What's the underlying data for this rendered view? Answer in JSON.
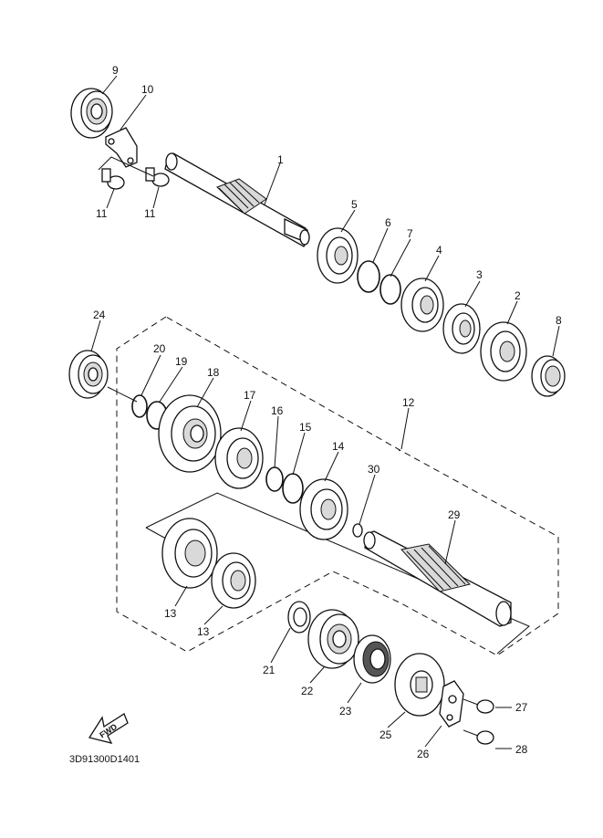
{
  "diagram": {
    "drawing_code": "3D91300D1401",
    "fwd_label": "FWD",
    "callouts": [
      {
        "id": "1",
        "label": "1"
      },
      {
        "id": "2",
        "label": "2"
      },
      {
        "id": "3",
        "label": "3"
      },
      {
        "id": "4",
        "label": "4"
      },
      {
        "id": "5",
        "label": "5"
      },
      {
        "id": "6",
        "label": "6"
      },
      {
        "id": "7",
        "label": "7"
      },
      {
        "id": "8",
        "label": "8"
      },
      {
        "id": "9",
        "label": "9"
      },
      {
        "id": "10",
        "label": "10"
      },
      {
        "id": "11a",
        "label": "11"
      },
      {
        "id": "11b",
        "label": "11"
      },
      {
        "id": "12",
        "label": "12"
      },
      {
        "id": "13",
        "label": "13"
      },
      {
        "id": "14",
        "label": "14"
      },
      {
        "id": "15",
        "label": "15"
      },
      {
        "id": "16",
        "label": "16"
      },
      {
        "id": "17",
        "label": "17"
      },
      {
        "id": "18",
        "label": "18"
      },
      {
        "id": "19",
        "label": "19"
      },
      {
        "id": "20",
        "label": "20"
      },
      {
        "id": "21",
        "label": "21"
      },
      {
        "id": "22",
        "label": "22"
      },
      {
        "id": "23",
        "label": "23"
      },
      {
        "id": "24",
        "label": "24"
      },
      {
        "id": "25",
        "label": "25"
      },
      {
        "id": "26",
        "label": "26"
      },
      {
        "id": "27",
        "label": "27"
      },
      {
        "id": "28a",
        "label": "28"
      },
      {
        "id": "28b",
        "label": "28"
      },
      {
        "id": "29",
        "label": "29"
      },
      {
        "id": "30",
        "label": "30"
      }
    ]
  }
}
